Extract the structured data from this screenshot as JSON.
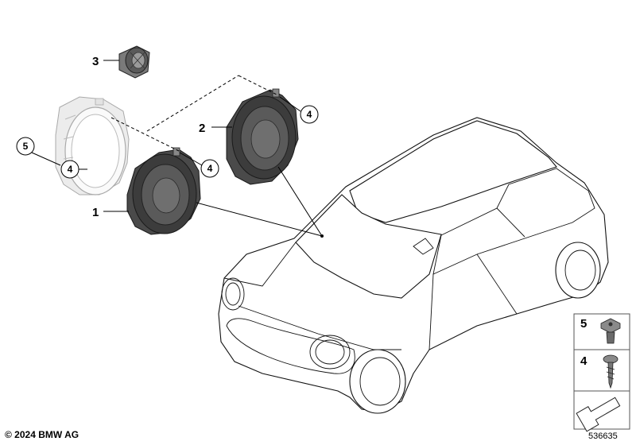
{
  "callouts": {
    "part1": "1",
    "part2": "2",
    "part3": "3",
    "part4a": "4",
    "part4b": "4",
    "part4c": "4",
    "part5": "5"
  },
  "legend": {
    "item_top": "5",
    "item_bottom": "4"
  },
  "footer": {
    "copyright": "© 2024 BMW AG",
    "diagram_number": "536635"
  },
  "icons": {
    "speaker": "speaker-icon",
    "tweeter": "tweeter-icon",
    "speaker_ring": "speaker-ring-icon",
    "car": "car-outline-icon",
    "clip_nut": "clip-nut-icon",
    "screw": "screw-icon",
    "arrow": "arrow-icon"
  },
  "colors": {
    "line": "#000000",
    "speaker_body": "#4a4a4a",
    "speaker_cone": "#6f6f6f",
    "ring": "#d9d9d9",
    "legend_border": "#555555",
    "legend_bg": "#f2f2f2"
  }
}
